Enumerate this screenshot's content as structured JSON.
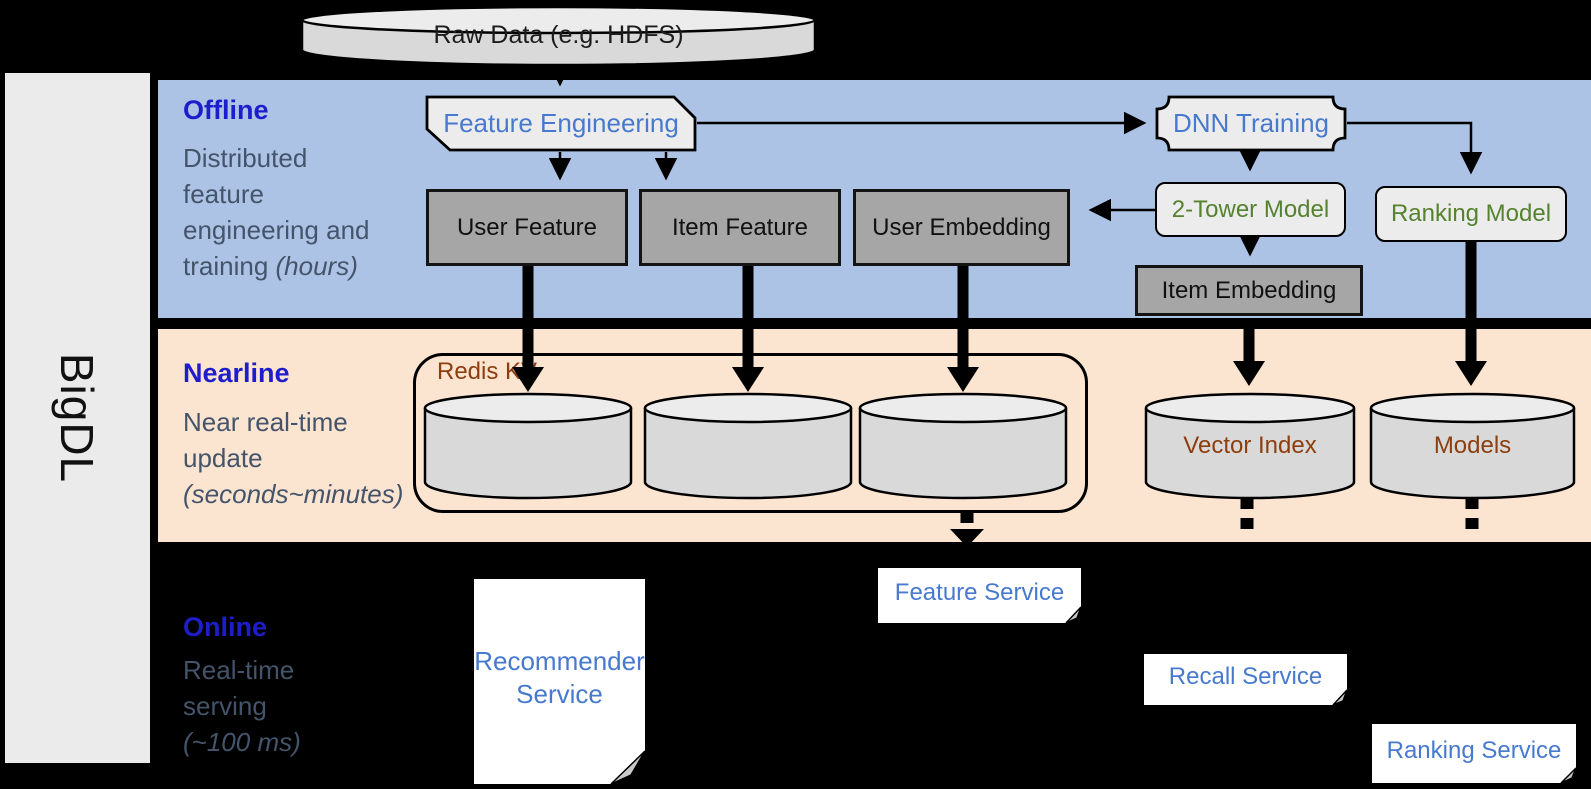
{
  "colors": {
    "section_label": "#1d1dcc",
    "description_text": "#44546a",
    "band_offline": "#adc3e6",
    "band_nearline": "#fbe4d0",
    "box_gray": "#a6a6a6",
    "box_light": "#ececec",
    "service_text": "#4779cf",
    "model_text": "#55822f",
    "storage_text": "#8c3e0e",
    "background": "#000000",
    "sidebar": "#ebebeb",
    "cylinder_body": "#d9d9d9",
    "cylinder_top": "#ececec"
  },
  "sidebar": {
    "label": "BigDL"
  },
  "source": {
    "label": "Raw Data (e.g. HDFS)"
  },
  "lanes": {
    "offline": {
      "label": "Offline",
      "line1": "Distributed",
      "line2": "feature",
      "line3": "engineering and",
      "line4": "training",
      "line4_italic": "(hours)"
    },
    "nearline": {
      "label": "Nearline",
      "line1": "Near real-time",
      "line2": "update",
      "line3_italic": "(seconds~minutes)"
    },
    "online": {
      "label": "Online",
      "line1": "Real-time",
      "line2": "serving",
      "line3_italic": "(~100 ms)"
    }
  },
  "nodes": {
    "feature_engineering": "Feature Engineering",
    "dnn_training": "DNN Training",
    "user_feature": "User Feature",
    "item_feature": "Item Feature",
    "user_embedding": "User Embedding",
    "two_tower_model": "2-Tower Model",
    "ranking_model": "Ranking Model",
    "item_embedding": "Item Embedding"
  },
  "storage": {
    "redis": "Redis KV",
    "vector_index": "Vector Index",
    "models": "Models"
  },
  "services": {
    "recommender": "Recommender Service",
    "feature": "Feature Service",
    "recall": "Recall Service",
    "ranking": "Ranking Service"
  }
}
